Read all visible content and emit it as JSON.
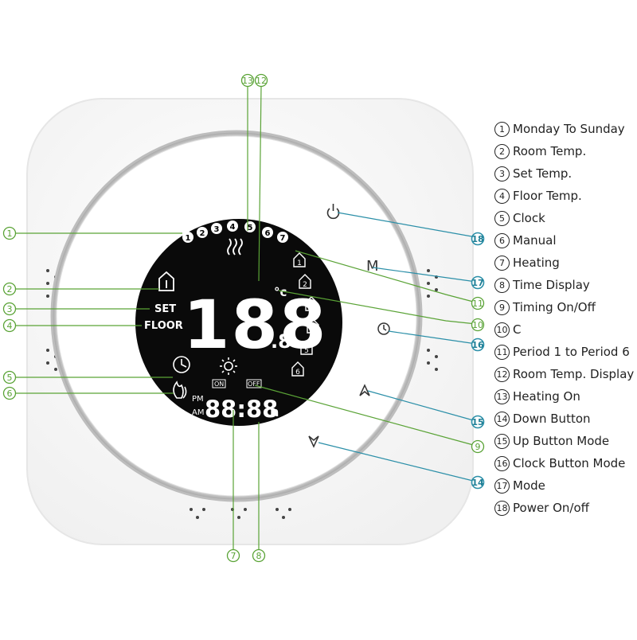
{
  "lcd": {
    "degree_unit": "°c",
    "set_label": "SET",
    "floor_label": "FLOOR",
    "temp_main": "188",
    "temp_decimal": ".8",
    "on_label": "ON",
    "off_label": "OFF",
    "pm_label": "PM",
    "am_label": "AM",
    "time_digits": "88:88",
    "hour_unit": "h",
    "day_numbers": [
      "1",
      "2",
      "3",
      "4",
      "5",
      "6",
      "7"
    ],
    "period_numbers": [
      "1",
      "2",
      "3",
      "4",
      "5",
      "6"
    ]
  },
  "buttons": {
    "mode_label": "M"
  },
  "callouts": {
    "left": [
      "1",
      "2",
      "3",
      "4",
      "5",
      "6"
    ],
    "top": [
      "13",
      "12"
    ],
    "bottom": [
      "7",
      "8"
    ],
    "right": [
      "18",
      "17",
      "11",
      "10",
      "16",
      "15",
      "9",
      "14"
    ]
  },
  "legend": [
    {
      "num": "1",
      "text": "Monday To Sunday"
    },
    {
      "num": "2",
      "text": "Room Temp."
    },
    {
      "num": "3",
      "text": "Set Temp."
    },
    {
      "num": "4",
      "text": "Floor Temp."
    },
    {
      "num": "5",
      "text": "Clock"
    },
    {
      "num": "6",
      "text": "Manual"
    },
    {
      "num": "7",
      "text": "Heating"
    },
    {
      "num": "8",
      "text": "Time Display"
    },
    {
      "num": "9",
      "text": "Timing On/Off"
    },
    {
      "num": "10",
      "text": "C"
    },
    {
      "num": "11",
      "text": "Period 1 to Period 6"
    },
    {
      "num": "12",
      "text": "Room Temp. Display"
    },
    {
      "num": "13",
      "text": "Heating On"
    },
    {
      "num": "14",
      "text": "Down Button"
    },
    {
      "num": "15",
      "text": "Up Button Mode"
    },
    {
      "num": "16",
      "text": "Clock Button Mode"
    },
    {
      "num": "17",
      "text": "Mode"
    },
    {
      "num": "18",
      "text": "Power On/off"
    }
  ],
  "colors": {
    "callout_green": "#5aa336",
    "callout_blue": "#2b8fa8",
    "lcd_background": "#0a0a0a",
    "bezel": "#c9c9c9"
  },
  "icons": [
    "power-icon",
    "clock-button-icon",
    "up-arrow-icon",
    "down-arrow-icon",
    "house-icon",
    "clock-icon",
    "flame-icon",
    "heat-waves-icon",
    "sun-icon"
  ]
}
